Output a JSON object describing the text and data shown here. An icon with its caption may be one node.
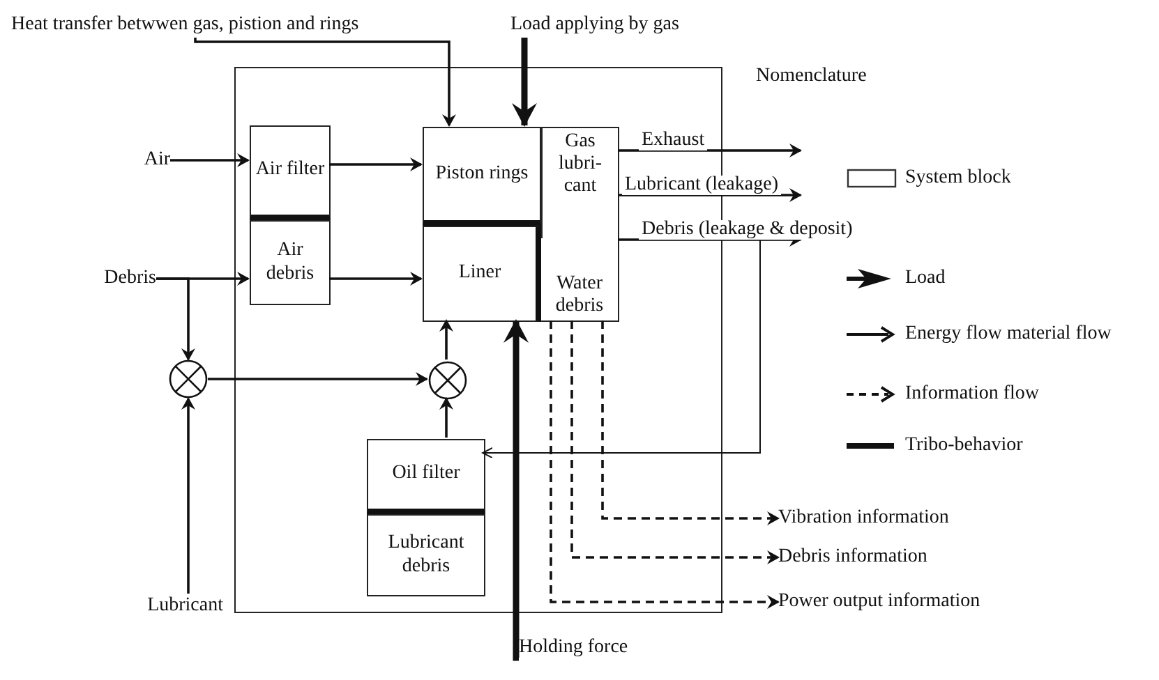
{
  "diagram": {
    "nodes": [
      {
        "text": [],
        "shape": "box"
      },
      {
        "text": [
          "Air filter"
        ],
        "in": 0
      },
      {
        "text": [
          "Air debris"
        ],
        "in": 0
      },
      {
        "text": [
          "Piston rings"
        ],
        "in": 0
      },
      {
        "text": [
          "Liner"
        ],
        "in": 0
      },
      {
        "text": [
          "Gas lubri- cant"
        ],
        "in": 0
      },
      {
        "text": [
          "Water debris"
        ],
        "in": 0
      },
      {
        "text": [
          "Oil filter"
        ],
        "in": 0
      },
      {
        "text": [
          "Lubricant debris"
        ],
        "in": 0
      },
      {
        "text": [],
        "shape": "circle"
      },
      {
        "text": [],
        "shape": "circle",
        "in": 0
      },
      {
        "text": [
          "Air"
        ]
      },
      {
        "text": [
          "Debris"
        ]
      },
      {
        "text": [
          "Lubricant"
        ]
      },
      {
        "text": [
          "Heat transfer betwwen gas, pistion and rings"
        ]
      },
      {
        "text": [
          "Load applying by gas"
        ]
      },
      {
        "text": [
          "Holding force"
        ]
      },
      {
        "text": [
          "Vibration information"
        ]
      },
      {
        "text": [
          "Debris information"
        ]
      },
      {
        "text": [
          "Power output information"
        ]
      }
    ],
    "edges": [
      {
        "from": 11,
        "to": 1,
        "arrow": "to"
      },
      {
        "from": 1,
        "to": 3,
        "arrow": "to"
      },
      {
        "from": 12,
        "to": 2,
        "arrow": "to"
      },
      {
        "from": 2,
        "to": 4,
        "arrow": "to"
      },
      {
        "from": 12,
        "to": 9,
        "arrow": "to"
      },
      {
        "from": 13,
        "to": 9,
        "arrow": "to"
      },
      {
        "from": 9,
        "to": 10,
        "arrow": "to"
      },
      {
        "from": 7,
        "to": 10,
        "arrow": "to"
      },
      {
        "from": 10,
        "to": 4,
        "arrow": "to"
      },
      {
        "from": 14,
        "to": 3,
        "arrow": "to"
      },
      {
        "from": 15,
        "to": 3,
        "arrow": "to",
        "style": "thick"
      },
      {
        "from": 16,
        "to": 4,
        "arrow": "to",
        "style": "thick"
      },
      {
        "from": 5,
        "to": null,
        "arrow": "to",
        "label": "Exhaust"
      },
      {
        "from": 5,
        "to": null,
        "arrow": "to",
        "label": "Lubricant (leakage)"
      },
      {
        "from": 5,
        "to": null,
        "arrow": "to",
        "label": "Debris (leakage & deposit)"
      },
      {
        "from": 5,
        "to": 7,
        "arrow": "to"
      },
      {
        "from": 6,
        "to": 17,
        "arrow": "to",
        "style": "dashed"
      },
      {
        "from": 6,
        "to": 18,
        "arrow": "to",
        "style": "dashed"
      },
      {
        "from": 6,
        "to": 19,
        "arrow": "to",
        "style": "dashed"
      }
    ],
    "labels": [
      "Nomenclature"
    ],
    "legend": [
      {
        "text": "System block"
      },
      {
        "text": "Load"
      },
      {
        "text": "Energy flow material flow"
      },
      {
        "text": "Information flow"
      },
      {
        "text": "Tribo-behavior"
      }
    ]
  }
}
